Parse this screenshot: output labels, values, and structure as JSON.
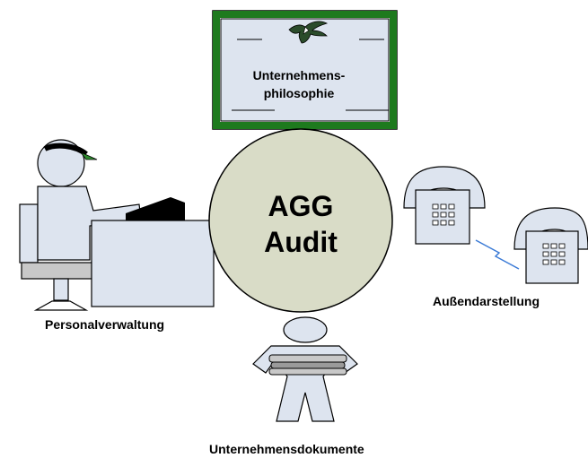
{
  "certificate": {
    "title_line1": "Unternehmens-",
    "title_line2": "philosophie"
  },
  "center": {
    "line1": "AGG",
    "line2": "Audit"
  },
  "labels": {
    "personalverwaltung": "Personalverwaltung",
    "aussendarstellung": "Außendarstellung",
    "unternehmensdokumente": "Unternehmensdokumente"
  },
  "colors": {
    "frame_green": "#1e7a1e",
    "certificate_fill": "#dde4ef",
    "circle_fill": "#d9dcc7",
    "figure_fill": "#dde4ef",
    "cap_green": "#2e8b2e",
    "phone_link": "#3a7ad6"
  },
  "icons": [
    "eagle-icon",
    "person-at-desk-icon",
    "telephone-icon",
    "person-with-documents-icon"
  ]
}
